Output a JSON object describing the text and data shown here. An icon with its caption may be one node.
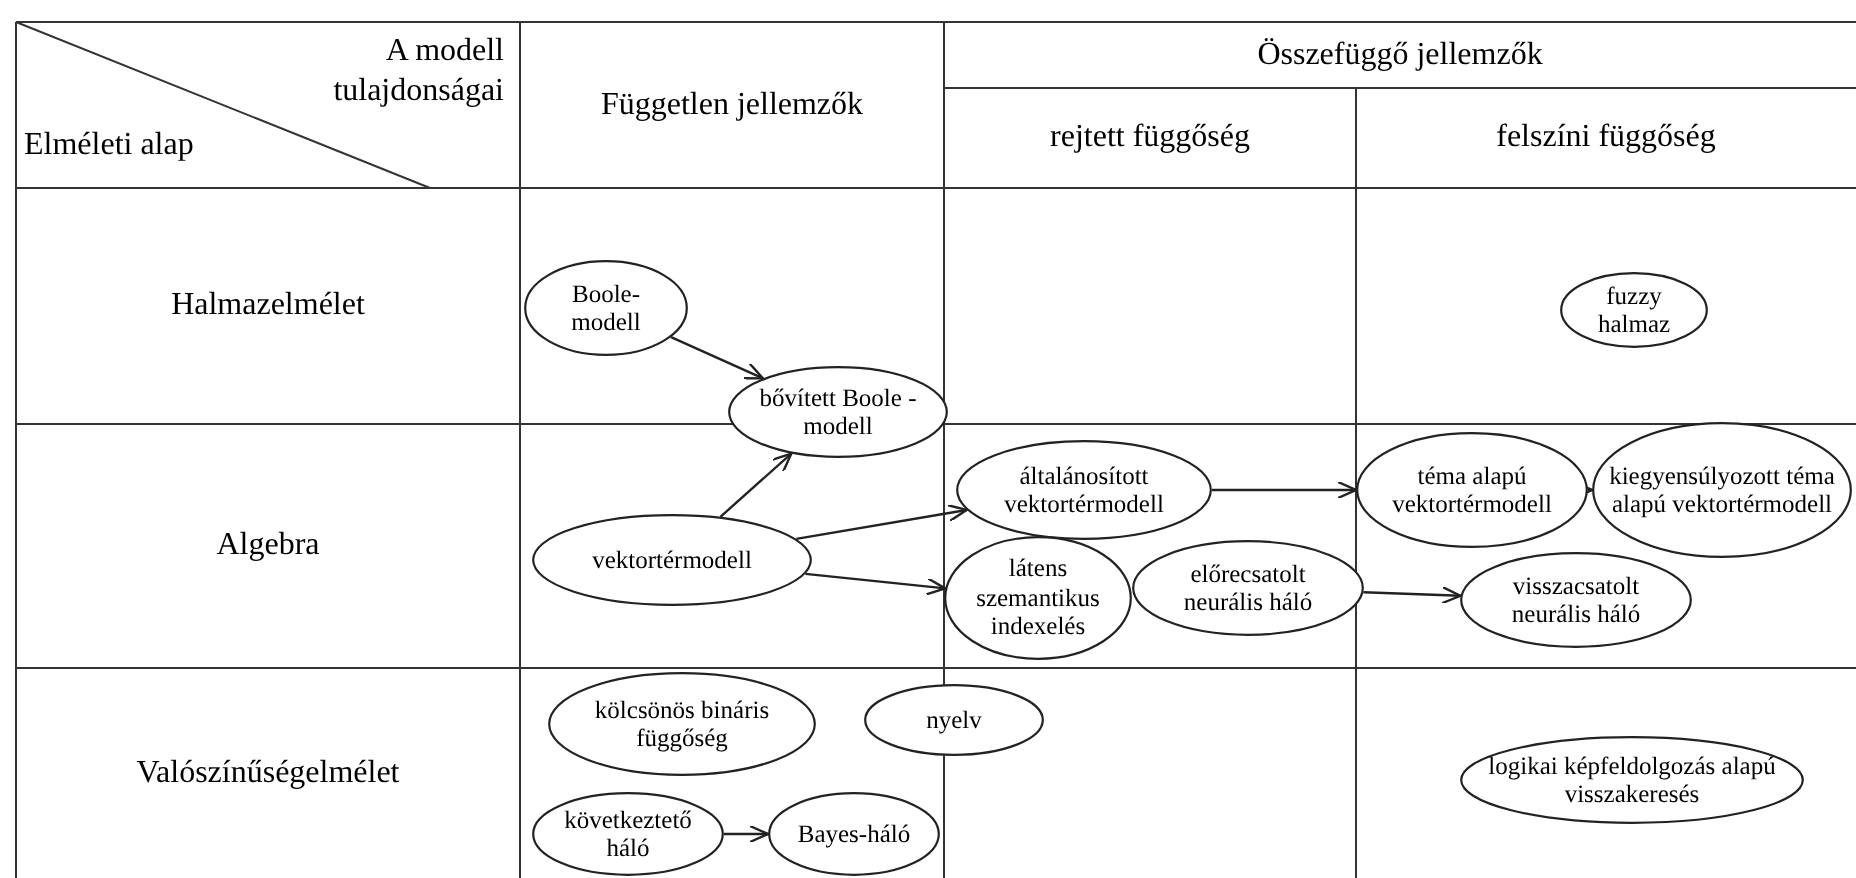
{
  "diagram": {
    "nodes": [
      {
        "text": [
          "Boole- modell"
        ]
      },
      {
        "text": [
          "bővített Boole -modell"
        ]
      },
      {
        "text": [
          "vektortérmodell"
        ]
      },
      {
        "text": [
          "általánosított vektortérmodell"
        ]
      },
      {
        "text": [
          "látens szemantikus indexelés"
        ]
      },
      {
        "text": [
          "előrecsatolt neurális háló"
        ]
      },
      {
        "text": [
          "téma alapú vektortérmodell"
        ]
      },
      {
        "text": [
          "kiegyensúlyozott téma alapú vektortérmodell"
        ]
      },
      {
        "text": [
          "visszacsatolt neurális háló"
        ]
      },
      {
        "text": [
          "fuzzy halmaz"
        ]
      },
      {
        "text": [
          "kölcsönös bináris függőség"
        ]
      },
      {
        "text": [
          "nyelv"
        ]
      },
      {
        "text": [
          "következtető háló"
        ]
      },
      {
        "text": [
          "Bayes-háló"
        ]
      },
      {
        "text": [
          "logikai képfeldolgozás alapú visszakeresés"
        ]
      }
    ],
    "edges": [
      {
        "from": 0,
        "to": 1,
        "arrow": "to"
      },
      {
        "from": 2,
        "to": 1,
        "arrow": "to"
      },
      {
        "from": 2,
        "to": 3,
        "arrow": "to"
      },
      {
        "from": 2,
        "to": 4,
        "arrow": "to"
      },
      {
        "from": 3,
        "to": 6,
        "arrow": "to"
      },
      {
        "from": 6,
        "to": 7,
        "arrow": "to"
      },
      {
        "from": 5,
        "to": 8,
        "arrow": "to"
      },
      {
        "from": 12,
        "to": 13,
        "arrow": "to"
      }
    ],
    "labels": [
      "A modell tulajdonságai",
      "Elméleti alap",
      "Független jellemzők",
      "Összefüggő jellemzők",
      "rejtett függőség",
      "felszíni függőség",
      "Halmazelmélet",
      "Algebra",
      "Valószínűségelmélet"
    ]
  }
}
